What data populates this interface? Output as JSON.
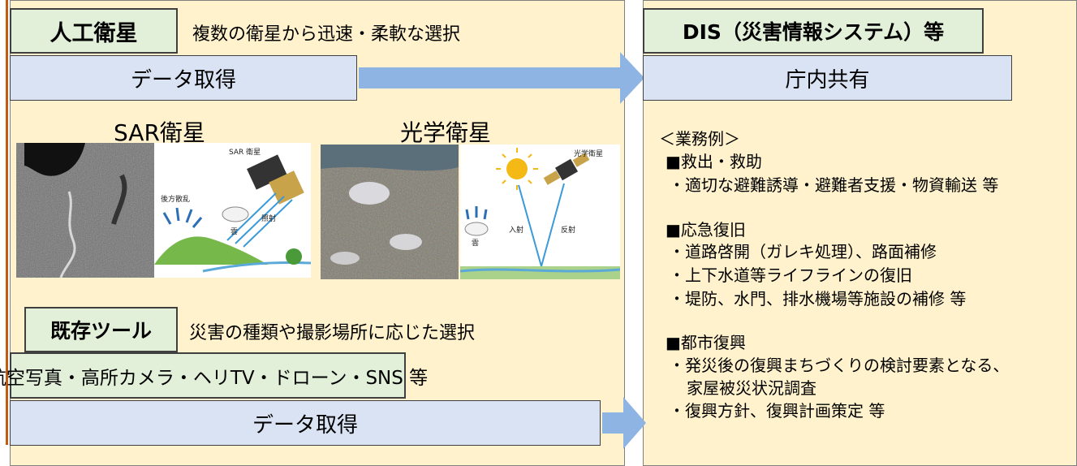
{
  "satellite": {
    "title": "人工衛星",
    "subtitle": "複数の衛星から迅速・柔軟な選択",
    "data_box": "データ取得",
    "sar_label": "SAR衛星",
    "optical_label": "光学衛星",
    "sar_diagram": {
      "sat_label": "SAR 衛星",
      "backscatter_label": "後方散乱",
      "irradiation_label": "照射",
      "cloud_label": "雲"
    },
    "optical_diagram": {
      "sat_label": "光学衛星",
      "incident_label": "入射",
      "reflection_label": "反射",
      "cloud_label": "雲"
    }
  },
  "existing": {
    "title": "既存ツール",
    "subtitle": "災害の種類や撮影場所に応じた選択",
    "tools_box": "航空写真・高所カメラ・ヘリTV・ドローン・SNS 等",
    "data_box": "データ取得"
  },
  "dis": {
    "title": "DIS（災害情報システム）等",
    "share_box": "庁内共有",
    "tasks": [
      "＜業務例＞",
      "■救出・救助",
      "・適切な避難誘導・避難者支援・物資輸送 等",
      "■応急復旧",
      "・道路啓開（ガレキ処理）、路面補修",
      "・上下水道等ライフラインの復旧",
      "・堤防、水門、排水機場等施設の補修 等",
      "■都市復興",
      "・発災後の復興まちづくりの検討要素となる、",
      "家屋被災状況調査",
      "・復興方針、復興計画策定 等"
    ]
  },
  "colors": {
    "panel": "#fff2cc",
    "green_box": "#e2efd9",
    "blue_box": "#dae3f3",
    "arrow": "#8eb4e3",
    "left_rule": "#c55a11"
  }
}
